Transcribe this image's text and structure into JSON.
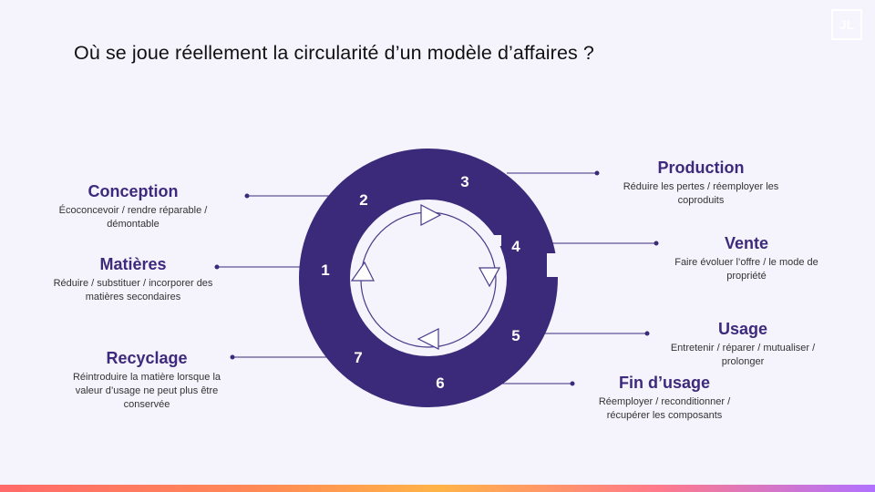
{
  "title": "Où se joue réellement la circularité d’un modèle d’affaires ?",
  "logo": "JL",
  "colors": {
    "ring": "#3b2a7a",
    "arrow_circle": "#4a3a8a",
    "background": "#f5f4fd",
    "heading": "#3d2a7c"
  },
  "numbers": [
    "1",
    "2",
    "3",
    "4",
    "5",
    "6",
    "7"
  ],
  "stages": [
    {
      "name": "Conception",
      "desc": "Écoconcevoir / rendre réparable / démontable"
    },
    {
      "name": "Matières",
      "desc": "Réduire / substituer / incorporer des matières secondaires"
    },
    {
      "name": "Recyclage",
      "desc": "Réintroduire la matière lorsque la valeur d’usage ne peut plus être conservée"
    },
    {
      "name": "Production",
      "desc": "Réduire les pertes / réemployer les coproduits"
    },
    {
      "name": "Vente",
      "desc": "Faire évoluer l’offre / le mode de propriété"
    },
    {
      "name": "Usage",
      "desc": "Entretenir / réparer / mutualiser / prolonger"
    },
    {
      "name": "Fin d’usage",
      "desc": "Réemployer / reconditionner / récupérer les composants"
    }
  ]
}
